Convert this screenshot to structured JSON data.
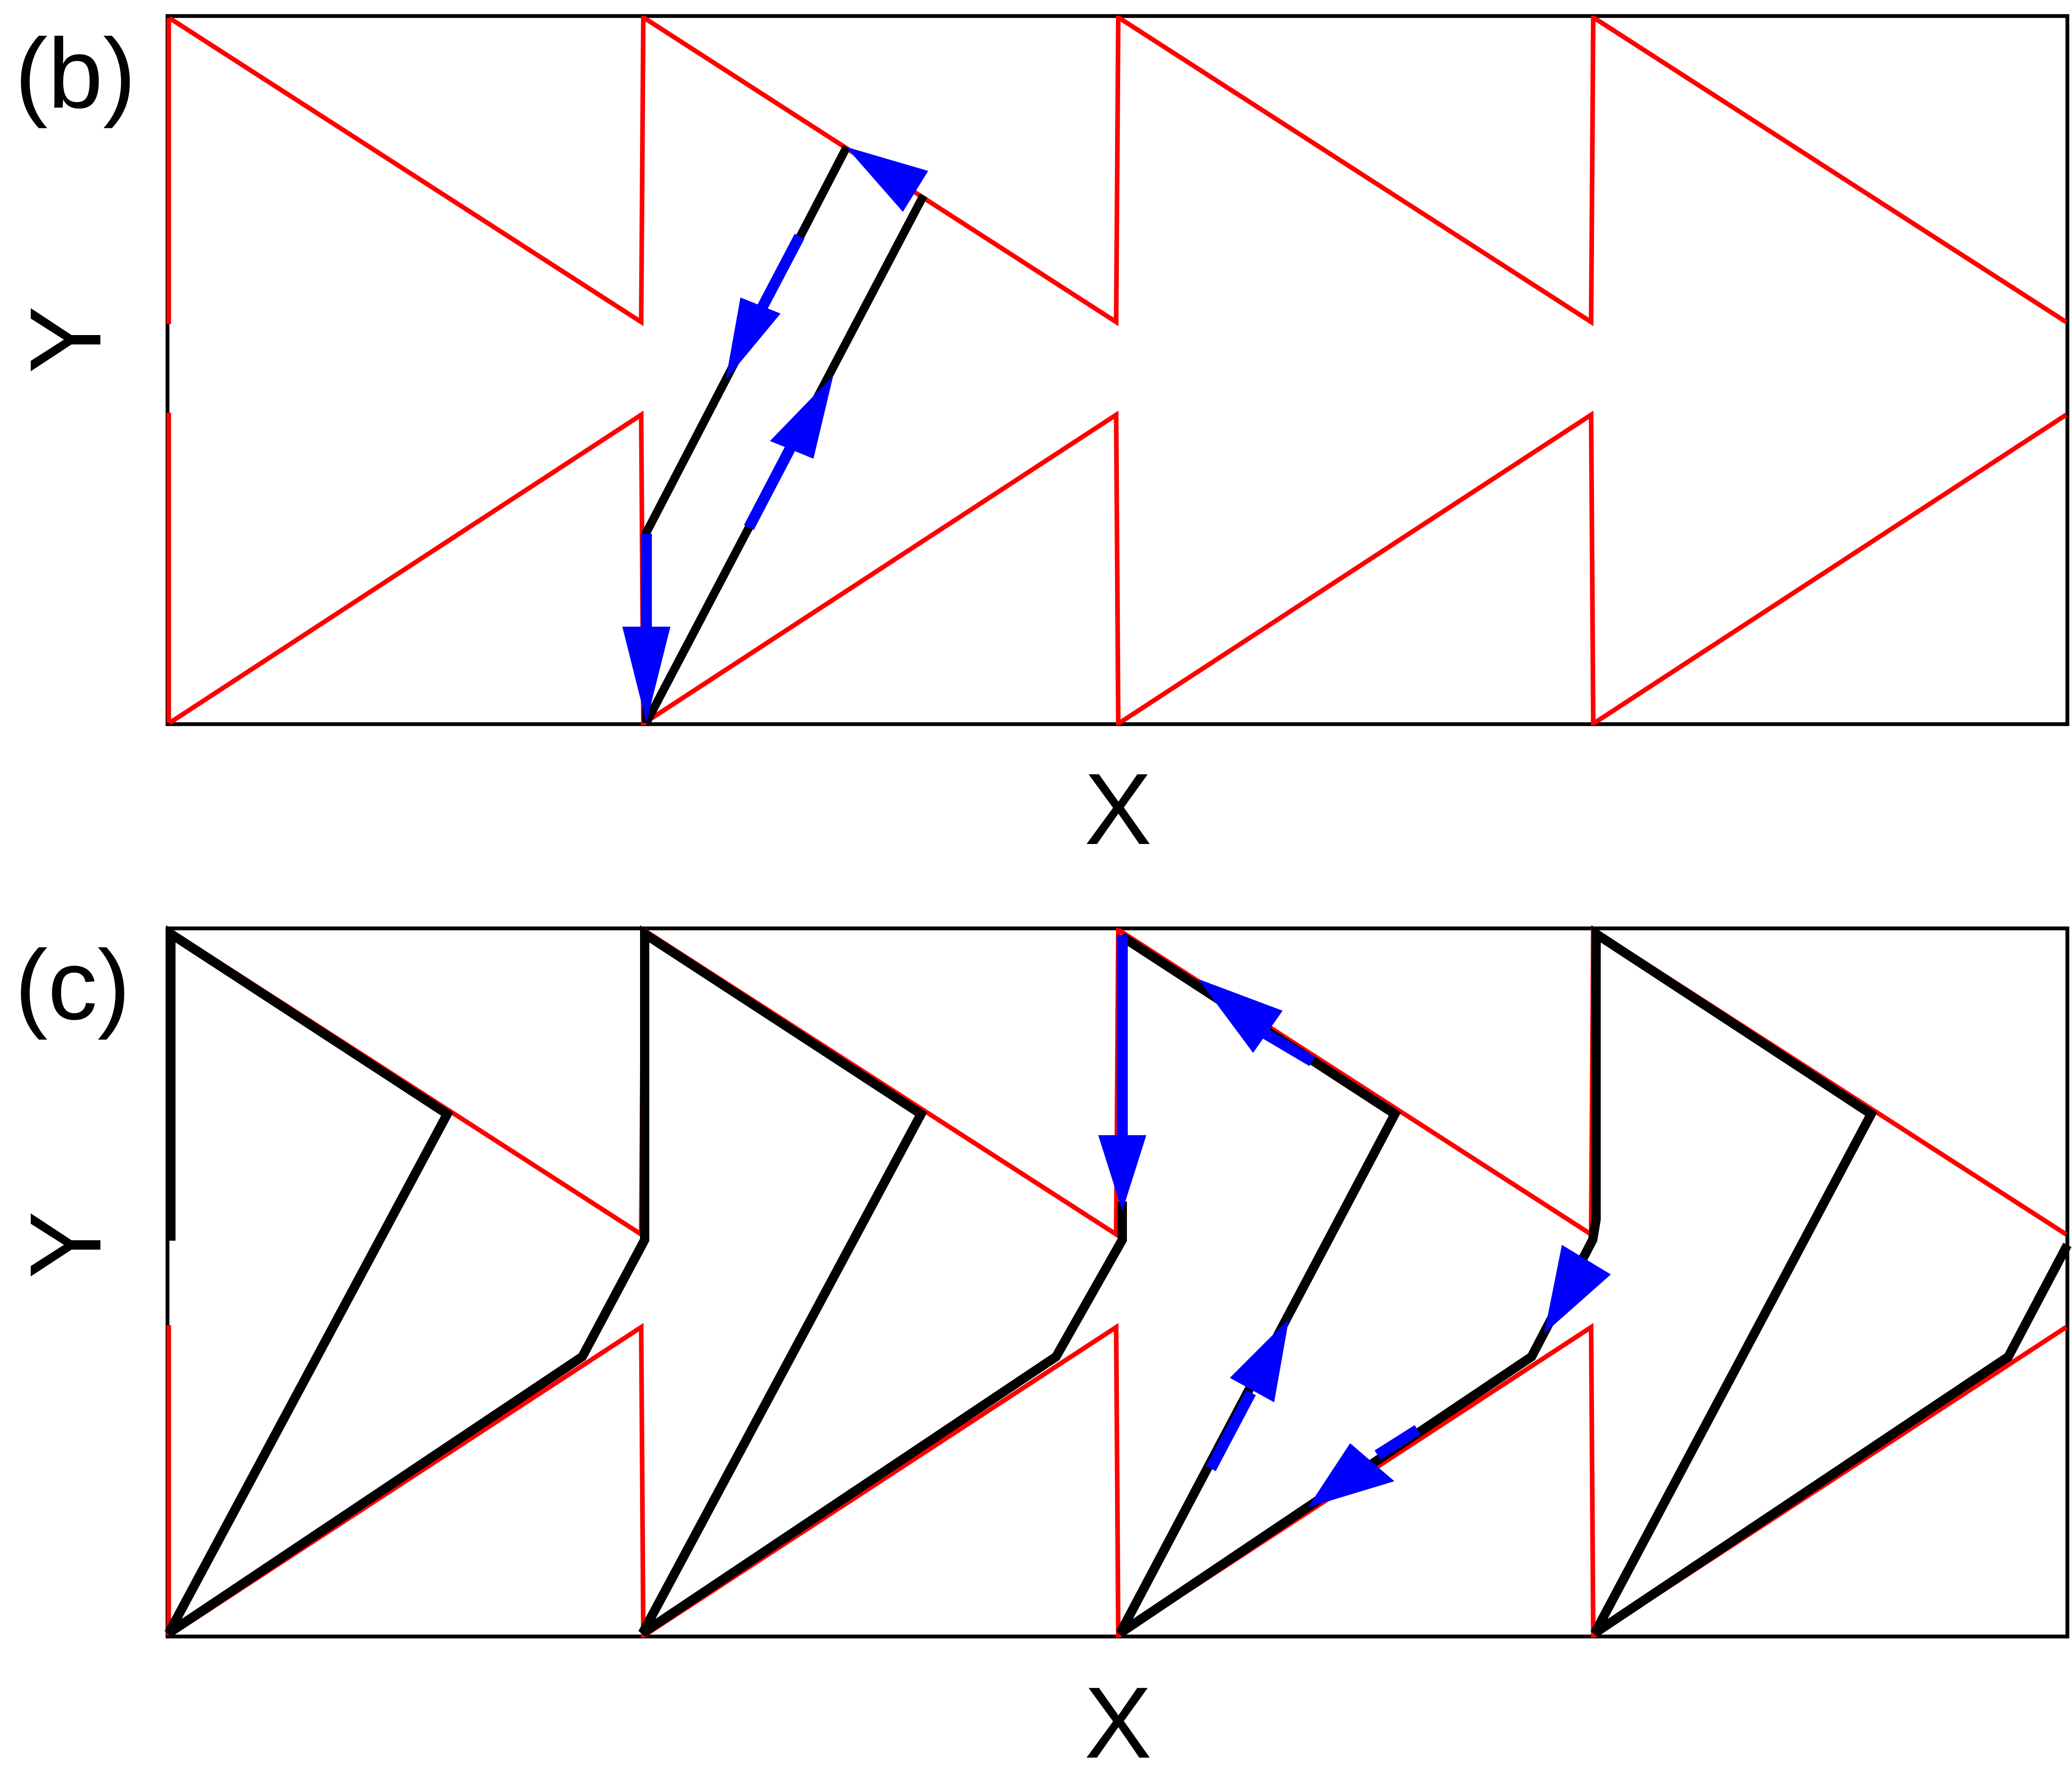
{
  "colors": {
    "frame": "#000000",
    "wall": "#ff0000",
    "trajectory": "#000000",
    "arrow": "#0000ff",
    "background": "#ffffff"
  },
  "panels": [
    {
      "id": "b",
      "label": "(b)",
      "xlabel": "X",
      "ylabel": "Y",
      "periods": 4
    },
    {
      "id": "c",
      "label": "(c)",
      "xlabel": "X",
      "ylabel": "Y",
      "periods": 4
    }
  ]
}
